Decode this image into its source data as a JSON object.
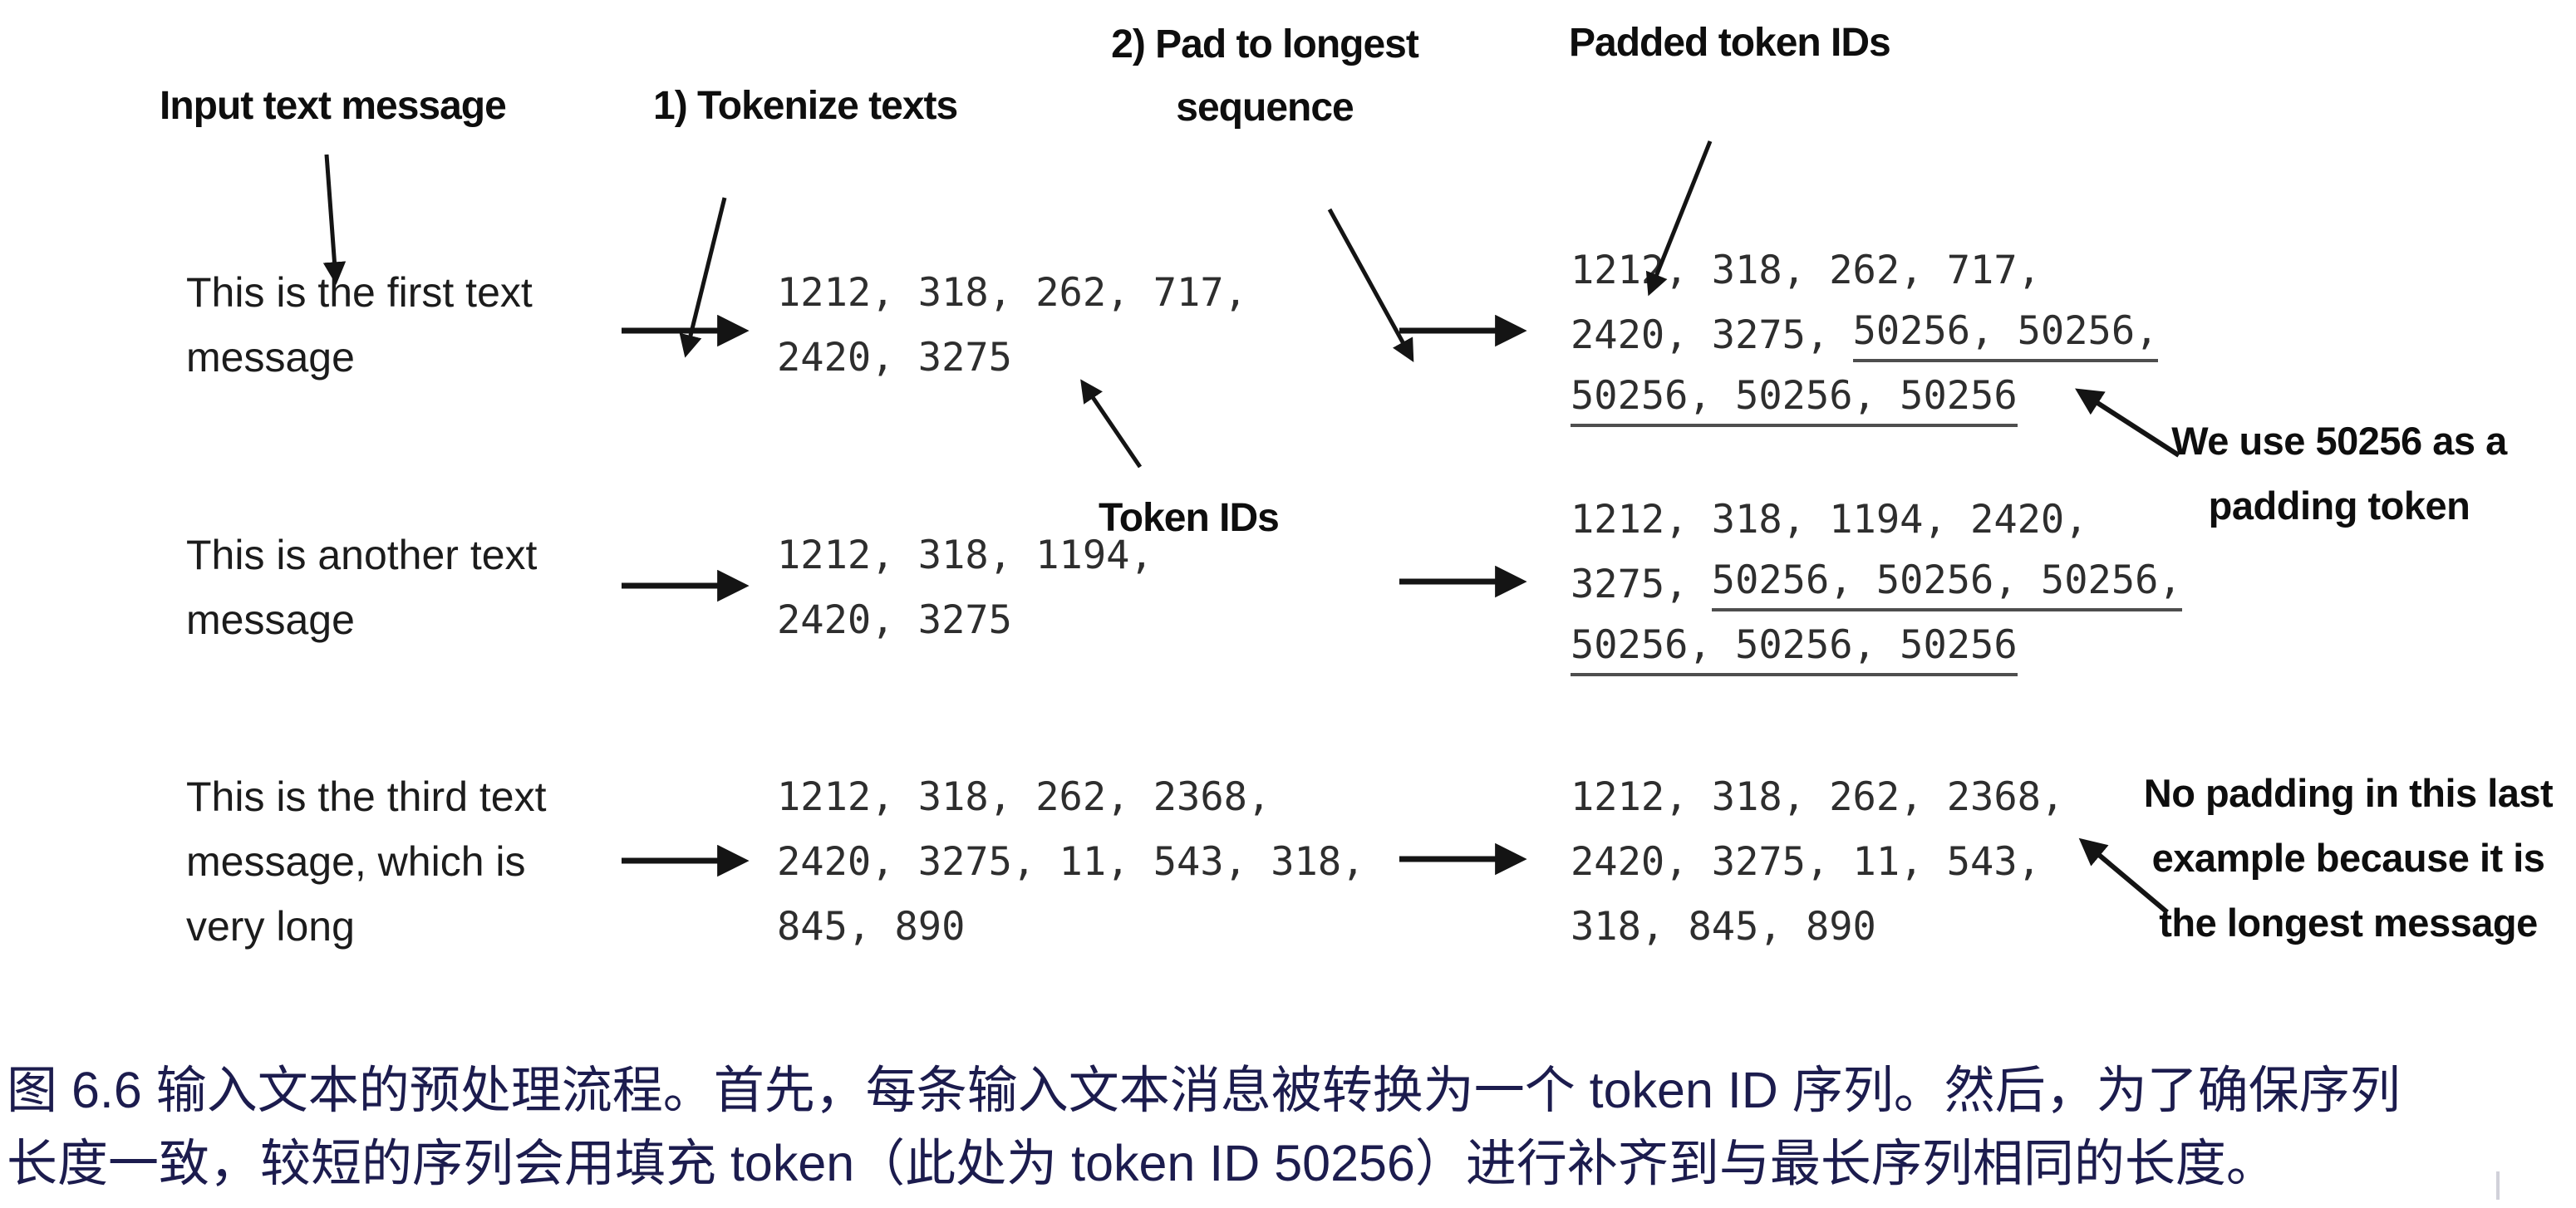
{
  "diagram": {
    "headers": {
      "input": "Input text message",
      "tokenize": "1) Tokenize texts",
      "pad_line1": "2) Pad to longest",
      "pad_line2": "sequence",
      "padded": "Padded token IDs"
    },
    "labels": {
      "token_ids": "Token IDs",
      "we_use_line1": "We use 50256 as a",
      "we_use_line2": "padding token",
      "no_padding_line1": "No padding in this last",
      "no_padding_line2": "example because it is",
      "no_padding_line3": "the longest message"
    },
    "rows": [
      {
        "input_lines": [
          "This is the first text",
          "message"
        ],
        "token_lines": [
          "1212, 318, 262, 717,",
          "2420, 3275"
        ],
        "padded_lines": [
          {
            "pre": "1212, 318, 262, 717,",
            "ul": ""
          },
          {
            "pre": "2420, 3275, ",
            "ul": "50256, 50256,"
          },
          {
            "pre": "",
            "ul": "50256, 50256, 50256"
          }
        ]
      },
      {
        "input_lines": [
          "This is another text",
          "message"
        ],
        "token_lines": [
          "1212, 318, 1194,",
          "2420, 3275"
        ],
        "padded_lines": [
          {
            "pre": "1212, 318, 1194, 2420,",
            "ul": ""
          },
          {
            "pre": "3275, ",
            "ul": "50256, 50256, 50256,"
          },
          {
            "pre": "",
            "ul": "50256, 50256, 50256"
          }
        ]
      },
      {
        "input_lines": [
          "This is the third text",
          "message, which is",
          "very long"
        ],
        "token_lines": [
          "1212, 318, 262, 2368,",
          "2420, 3275, 11, 543, 318,",
          "845, 890"
        ],
        "padded_lines": [
          {
            "pre": "1212, 318, 262, 2368,",
            "ul": ""
          },
          {
            "pre": "2420, 3275, 11, 543,",
            "ul": ""
          },
          {
            "pre": "318, 845, 890",
            "ul": ""
          }
        ]
      }
    ],
    "padding_token_id": "50256"
  },
  "caption": {
    "line1": "图 6.6 输入文本的预处理流程。首先，每条输入文本消息被转换为一个 token ID 序列。然后，为了确保序列",
    "line2": "长度一致，较短的序列会用填充 token（此处为 token ID 50256）进行补齐到与最长序列相同的长度。"
  },
  "colors": {
    "caption_text": "#1c1c4e",
    "diagram_text": "#1a1a1a",
    "underline": "#4e4e4e"
  }
}
